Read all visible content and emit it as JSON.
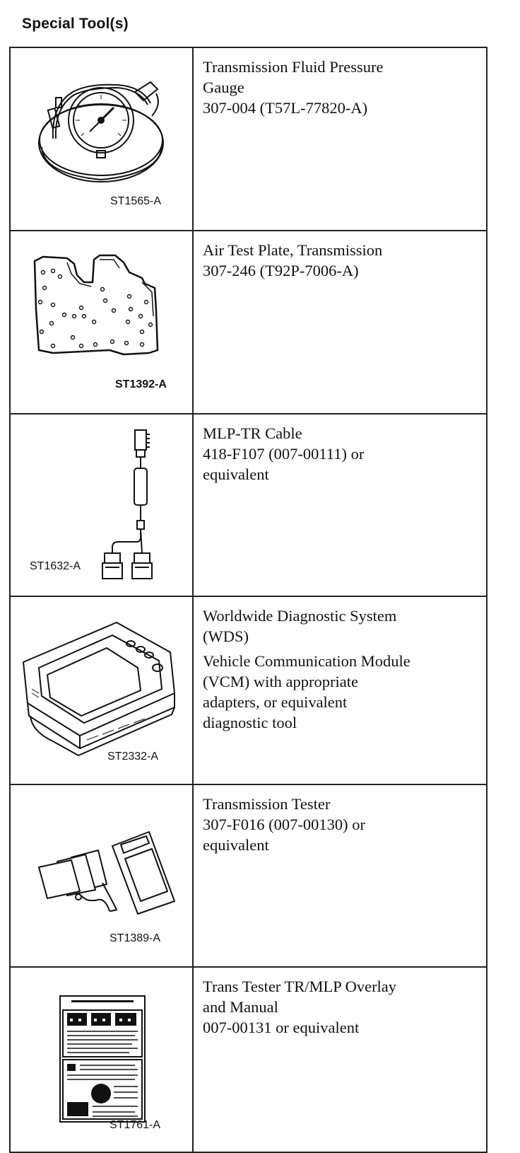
{
  "page_title": "Special Tool(s)",
  "tools": [
    {
      "code": "ST1565-A",
      "desc_lines": [
        "Transmission Fluid Pressure",
        "Gauge",
        "307-004 (T57L-77820-A)"
      ],
      "extra_lines": [],
      "icon": "pressure-gauge-icon"
    },
    {
      "code": "ST1392-A",
      "desc_lines": [
        "Air Test Plate, Transmission",
        "307-246 (T92P-7006-A)"
      ],
      "extra_lines": [],
      "icon": "air-test-plate-icon"
    },
    {
      "code": "ST1632-A",
      "desc_lines": [
        "MLP-TR Cable",
        "418-F107 (007-00111) or",
        "equivalent"
      ],
      "extra_lines": [],
      "icon": "cable-icon"
    },
    {
      "code": "ST2332-A",
      "desc_lines": [
        "Worldwide Diagnostic System",
        "(WDS)"
      ],
      "extra_lines": [
        "Vehicle Communication Module",
        "(VCM) with appropriate",
        "adapters, or equivalent",
        "diagnostic tool"
      ],
      "icon": "diagnostic-tablet-icon"
    },
    {
      "code": "ST1389-A",
      "desc_lines": [
        "Transmission Tester",
        "307-F016 (007-00130) or",
        "equivalent"
      ],
      "extra_lines": [],
      "icon": "transmission-tester-icon"
    },
    {
      "code": "ST1761-A",
      "desc_lines": [
        "Trans Tester TR/MLP Overlay",
        "and Manual",
        "007-00131 or equivalent"
      ],
      "extra_lines": [],
      "icon": "overlay-manual-icon"
    }
  ]
}
